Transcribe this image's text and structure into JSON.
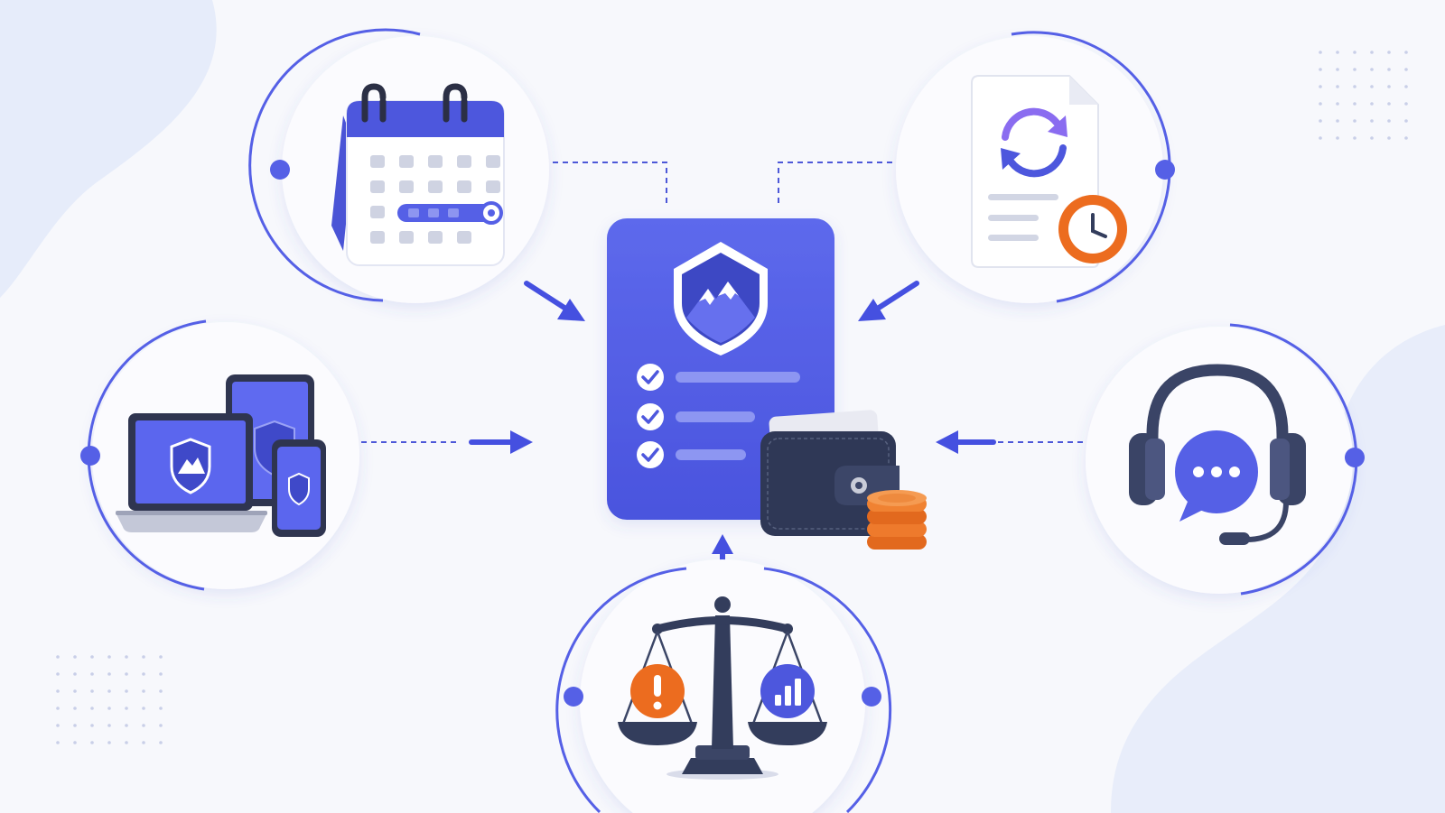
{
  "colors": {
    "accent": "#5560e6",
    "accent_dark": "#3f46c9",
    "accent_light": "#8a93f2",
    "navy": "#333d5c",
    "orange": "#ec6c1f",
    "node_bg": "#fbfbfe",
    "page_bg": "#f7f8fc",
    "blob": "#e6ecfa"
  },
  "nodes": [
    {
      "id": "calendar",
      "icon": "calendar-icon"
    },
    {
      "id": "document-sync",
      "icon": "document-sync-icon"
    },
    {
      "id": "devices",
      "icon": "devices-icon"
    },
    {
      "id": "support-headset",
      "icon": "headset-icon"
    },
    {
      "id": "balance-scale",
      "icon": "scale-icon"
    }
  ],
  "center": {
    "icon": "shield-checklist-icon",
    "checklist_items": 3,
    "accessory": "wallet-icon"
  }
}
